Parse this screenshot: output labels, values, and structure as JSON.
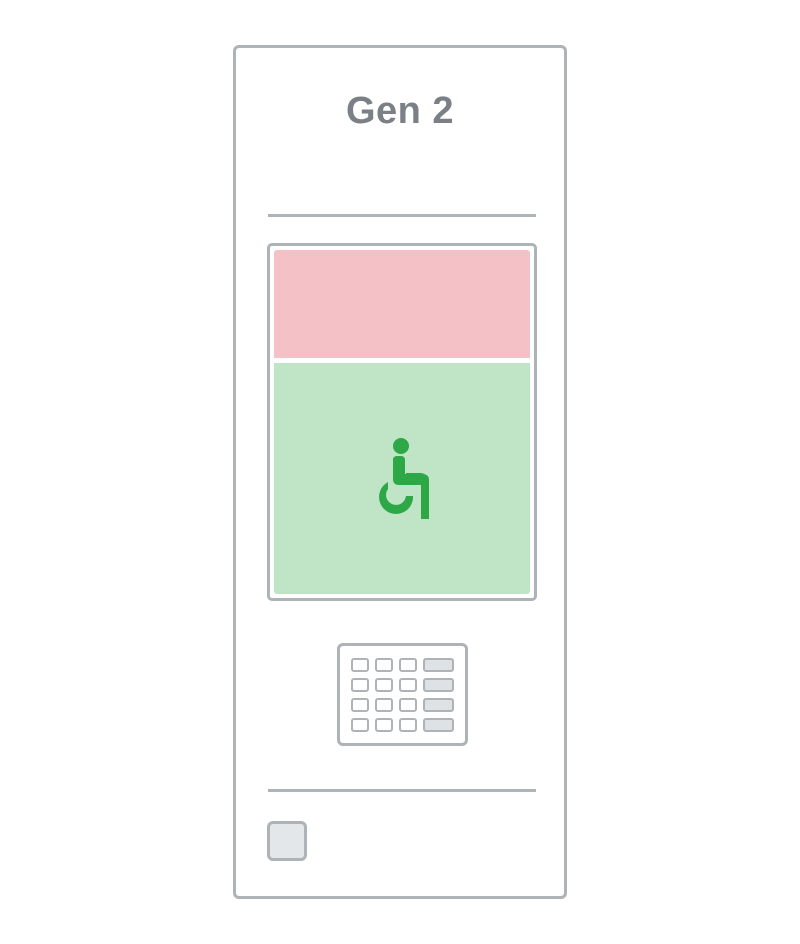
{
  "device": {
    "title": "Gen 2"
  },
  "screen": {
    "top_status": "occupied",
    "bottom_status": "available",
    "icon": "wheelchair-icon",
    "colors": {
      "occupied": "#f4c2c6",
      "available": "#c0e5c6",
      "icon": "#2ea847"
    }
  },
  "keypad": {
    "rows": 4,
    "keys_per_row": 4
  },
  "button": {
    "icon": "square-button"
  }
}
